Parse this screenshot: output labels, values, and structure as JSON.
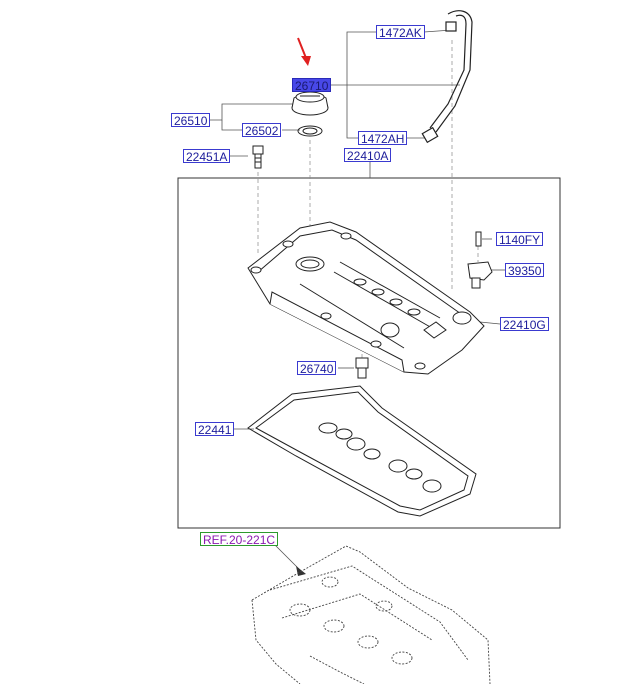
{
  "labels": {
    "p1472ak": "1472AK",
    "p26710": "26710",
    "p26510": "26510",
    "p26502": "26502",
    "p1472ah": "1472AH",
    "p22451a": "22451A",
    "p22410a": "22410A",
    "p1140fy": "1140FY",
    "p39350": "39350",
    "p22410g": "22410G",
    "p26740": "26740",
    "p22441": "22441",
    "ref": "REF.20-221C"
  },
  "colors": {
    "label_border": "#3a3ad0",
    "label_text": "#1c1c9a",
    "selected_fill": "#4848e8",
    "indicator_arrow": "#e02020",
    "ref_text": "#8a1ab0",
    "ref_border": "#2d9a2d",
    "line_art": "#222222"
  },
  "selected_part": "26710"
}
